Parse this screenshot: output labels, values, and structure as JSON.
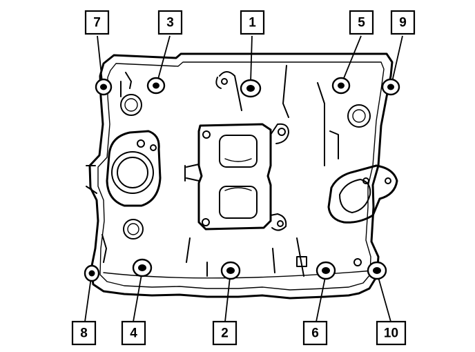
{
  "diagram": {
    "bolt_labels": {
      "b1": "1",
      "b2": "2",
      "b3": "3",
      "b4": "4",
      "b5": "5",
      "b6": "6",
      "b7": "7",
      "b8": "8",
      "b9": "9",
      "b10": "10"
    }
  }
}
